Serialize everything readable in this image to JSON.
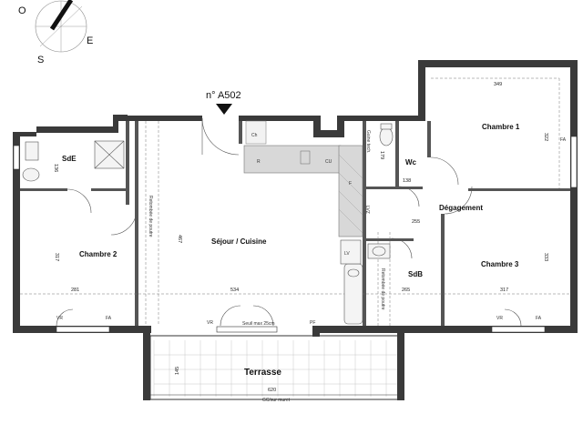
{
  "unit_label": "n° A502",
  "compass": {
    "north": "O",
    "east": "E",
    "south": "S"
  },
  "rooms": {
    "sde": "SdE",
    "chambre1": "Chambre 1",
    "chambre2": "Chambre 2",
    "chambre3": "Chambre 3",
    "sejour": "Séjour / Cuisine",
    "wc": "Wc",
    "degagement": "Dégagement",
    "sdb": "SdB",
    "terrasse": "Terrasse"
  },
  "dimensions": {
    "d349": "349",
    "d322": "322",
    "d136": "136",
    "d317": "317",
    "d281": "281",
    "d534": "534",
    "d467": "467",
    "d265": "265",
    "d317b": "317",
    "d333": "333",
    "d255": "255",
    "d138": "138",
    "d179": "179",
    "d145": "145",
    "d620": "620"
  },
  "annotations": {
    "retombee_poutre": "Retombée de poutre",
    "seuil": "Seuil max 25cm",
    "gc_muret": "GC/sur muret",
    "gaine_tech": "Gaine tech.",
    "vr": "VR",
    "fa": "FA",
    "pf": "PF",
    "ch": "Ch",
    "r": "R",
    "cu": "CU",
    "f": "F",
    "lv": "LV",
    "lvz": "LVZ"
  }
}
